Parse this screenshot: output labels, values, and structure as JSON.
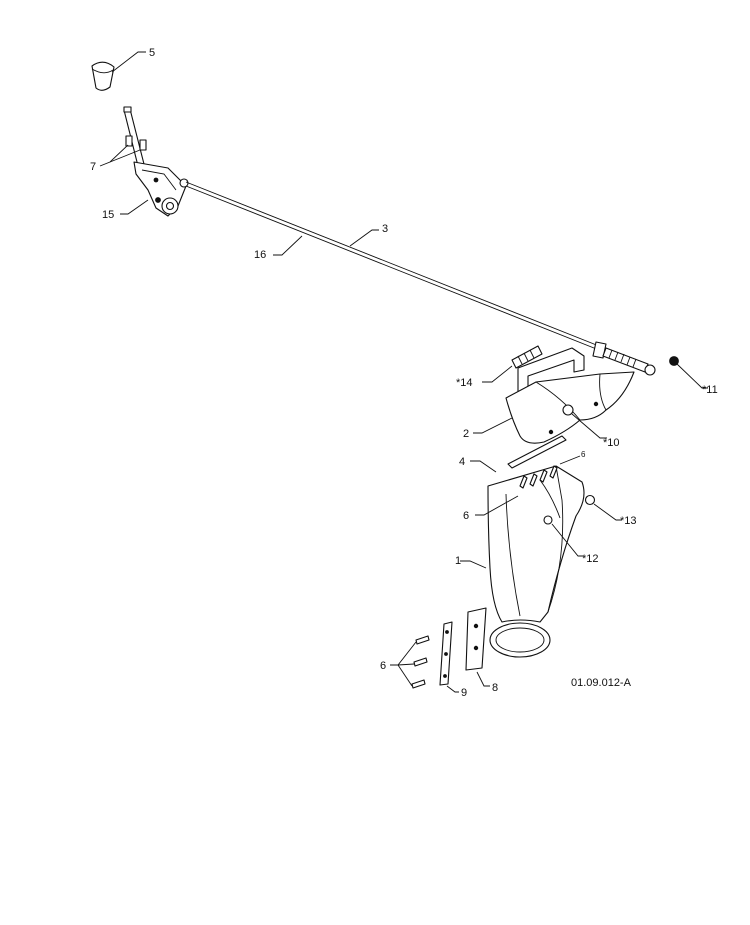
{
  "diagram": {
    "drawing_code": "01.09.012-A",
    "callouts": {
      "c5": "5",
      "c7": "7",
      "c15": "15",
      "c3": "3",
      "c16": "16",
      "c14": "*14",
      "c11": "*11",
      "c2": "2",
      "c10": "*10",
      "c4": "4",
      "c6top": "6",
      "c6mid": "6",
      "c13": "*13",
      "c1": "1",
      "c12": "*12",
      "c6bottom": "6",
      "c9": "9",
      "c8": "8"
    }
  }
}
